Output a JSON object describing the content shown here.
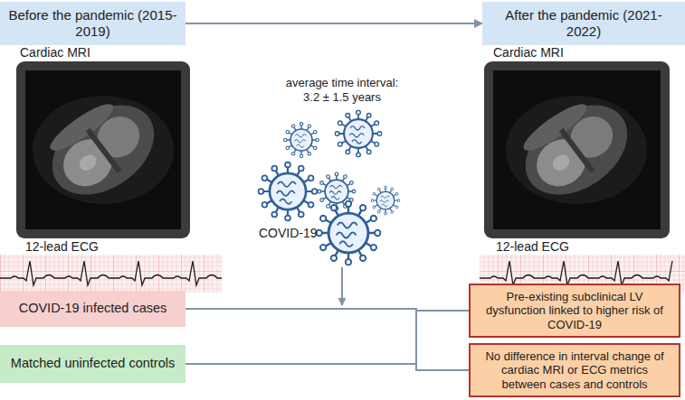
{
  "diagram": {
    "nodes": [
      {
        "text": [
          "Before the pandemic (2015-2019)"
        ]
      },
      {
        "text": [
          "After the pandemic (2021-2022)"
        ]
      },
      {
        "text": [
          "COVID-19 infected cases"
        ]
      },
      {
        "text": [
          "Matched uninfected controls"
        ]
      },
      {
        "text": [
          "Pre-existing subclinical LV dysfunction linked to higher risk of COVID-19"
        ]
      },
      {
        "text": [
          "No difference in interval change of cardiac MRI or ECG metrics between cases and controls"
        ]
      }
    ],
    "edges": [
      {
        "from": 0,
        "to": 1,
        "arrow": "to"
      },
      {
        "from": 2,
        "to": 4,
        "arrow": "none"
      },
      {
        "from": 2,
        "to": 5,
        "arrow": "none"
      },
      {
        "from": 3,
        "to": 4,
        "arrow": "none"
      },
      {
        "from": 3,
        "to": 5,
        "arrow": "none"
      }
    ],
    "labels": [
      "Cardiac MRI",
      "12-lead ECG",
      "average time interval: 3.2 ± 1.5 years",
      "COVID-19",
      "Cardiac MRI",
      "12-lead ECG"
    ]
  }
}
